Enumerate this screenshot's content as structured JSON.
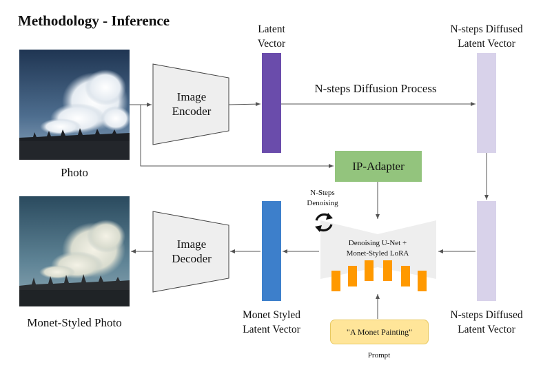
{
  "title": "Methodology - Inference",
  "photo_caption": "Photo",
  "output_caption": "Monet-Styled Photo",
  "encoder": {
    "line1": "Image",
    "line2": "Encoder"
  },
  "decoder": {
    "line1": "Image",
    "line2": "Decoder"
  },
  "latent_vector": {
    "line1": "Latent",
    "line2": "Vector"
  },
  "diffused_top": {
    "line1": "N-steps Diffused",
    "line2": "Latent Vector"
  },
  "diffused_bottom": {
    "line1": "N-steps Diffused",
    "line2": "Latent Vector"
  },
  "monet_latent": {
    "line1": "Monet Styled",
    "line2": "Latent Vector"
  },
  "diffusion_process": "N-steps Diffusion Process",
  "ip_adapter": "IP-Adapter",
  "denoising_steps": {
    "line1": "N-Steps",
    "line2": "Denoising"
  },
  "unet": {
    "line1": "Denoising U-Net +",
    "line2": "Monet-Styled LoRA"
  },
  "prompt_text": "\"A Monet Painting\"",
  "prompt_caption": "Prompt",
  "colors": {
    "latent": "#6a4cab",
    "diffused": "#d8d2ea",
    "monet_latent": "#3d7fcb",
    "ip_adapter": "#93c47d",
    "orange": "#ff9900",
    "prompt": "#ffe599",
    "block": "#eeeeee"
  }
}
